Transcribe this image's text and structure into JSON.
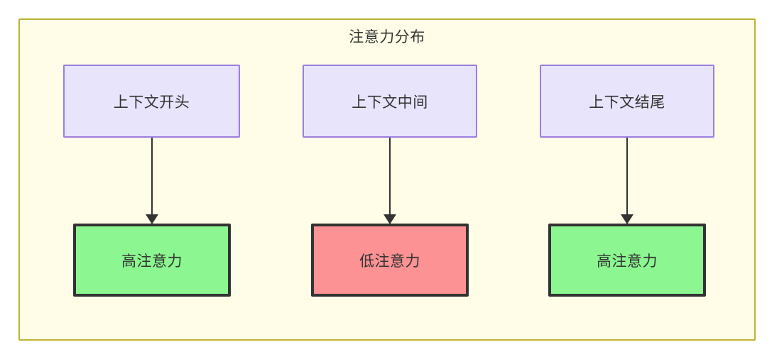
{
  "diagram": {
    "type": "flowchart",
    "title": "注意力分布",
    "container": {
      "label": "注意力分布",
      "fill_color": "#fffde7",
      "border_color": "#bdb330"
    },
    "nodes": [
      {
        "id": "context-start",
        "label": "上下文开头",
        "row": "top",
        "fill_color": "#e8e4fc",
        "border_color": "#9b7ede"
      },
      {
        "id": "context-middle",
        "label": "上下文中间",
        "row": "top",
        "fill_color": "#e8e4fc",
        "border_color": "#9b7ede"
      },
      {
        "id": "context-end",
        "label": "上下文结尾",
        "row": "top",
        "fill_color": "#e8e4fc",
        "border_color": "#9b7ede"
      },
      {
        "id": "attention-high-start",
        "label": "高注意力",
        "row": "bottom",
        "fill_color": "#8cf791",
        "border_color": "#333333"
      },
      {
        "id": "attention-low-middle",
        "label": "低注意力",
        "row": "bottom",
        "fill_color": "#fc9294",
        "border_color": "#333333"
      },
      {
        "id": "attention-high-end",
        "label": "高注意力",
        "row": "bottom",
        "fill_color": "#8cf791",
        "border_color": "#333333"
      }
    ],
    "edges": [
      {
        "from": "context-start",
        "to": "attention-high-start",
        "label": ""
      },
      {
        "from": "context-middle",
        "to": "attention-low-middle",
        "label": ""
      },
      {
        "from": "context-end",
        "to": "attention-high-end",
        "label": ""
      }
    ]
  }
}
